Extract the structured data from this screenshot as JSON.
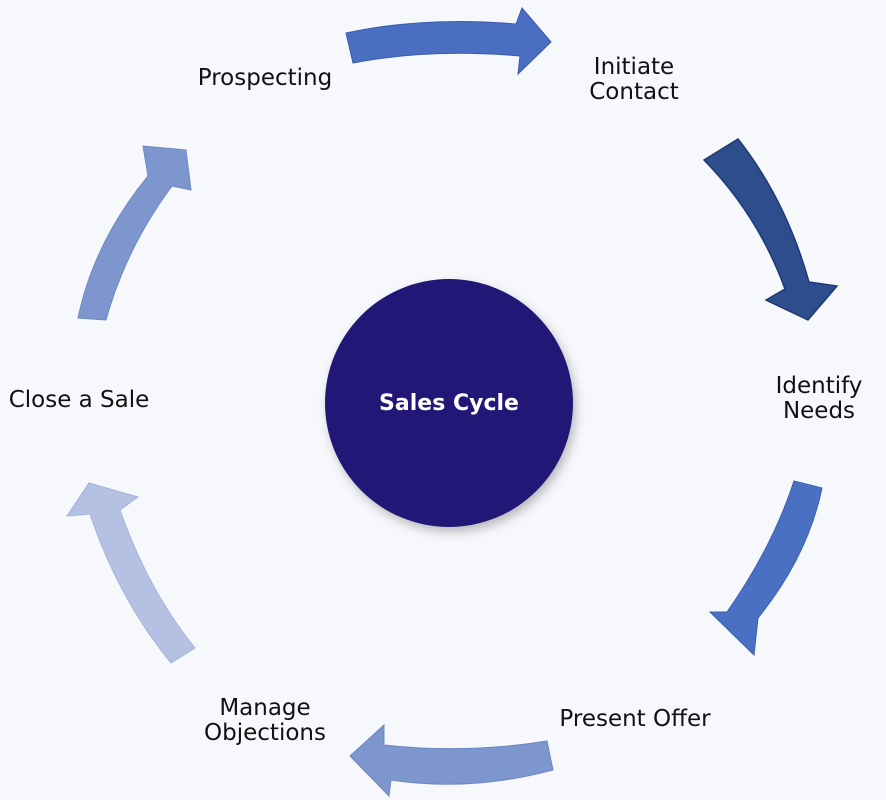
{
  "diagram": {
    "center": {
      "title": "Sales Cycle",
      "color": "#221876"
    },
    "steps": [
      {
        "lines": [
          "Prospecting"
        ]
      },
      {
        "lines": [
          "Initiate",
          "Contact"
        ]
      },
      {
        "lines": [
          "Identify",
          "Needs"
        ]
      },
      {
        "lines": [
          "Present Offer"
        ]
      },
      {
        "lines": [
          "Manage",
          "Objections"
        ]
      },
      {
        "lines": [
          "Close a Sale"
        ]
      }
    ],
    "arrow_colors": [
      "#4a6fc2",
      "#2d4d8d",
      "#4a70c3",
      "#7d96ce",
      "#b4c1e2",
      "#7d97ce"
    ]
  }
}
